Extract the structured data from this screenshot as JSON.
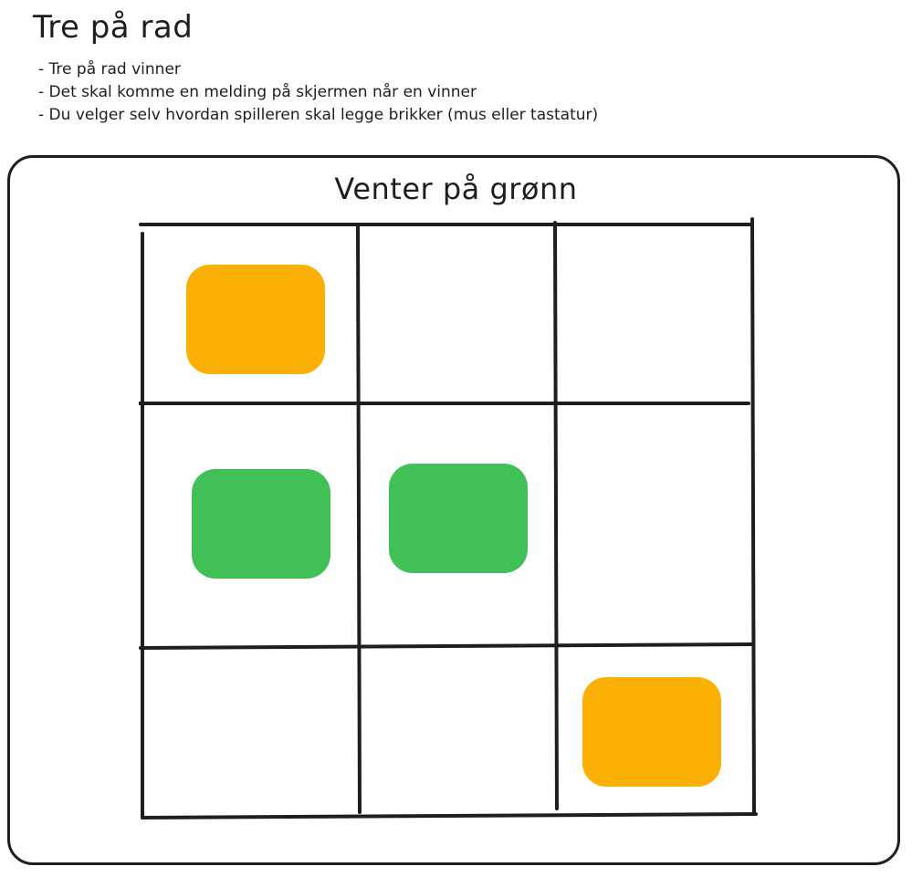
{
  "page": {
    "title": "Tre på rad",
    "requirements": [
      "Tre på rad vinner",
      "Det skal komme en melding på skjermen når en vinner",
      "Du velger selv hvordan spilleren skal legge brikker (mus eller tastatur)"
    ]
  },
  "game": {
    "status": "Venter på grønn",
    "colors": {
      "orange": "#fab005",
      "green": "#40c057",
      "line": "#1e1e1e"
    },
    "board": [
      [
        "orange",
        "",
        ""
      ],
      [
        "green",
        "green",
        ""
      ],
      [
        "",
        "",
        "orange"
      ]
    ]
  }
}
